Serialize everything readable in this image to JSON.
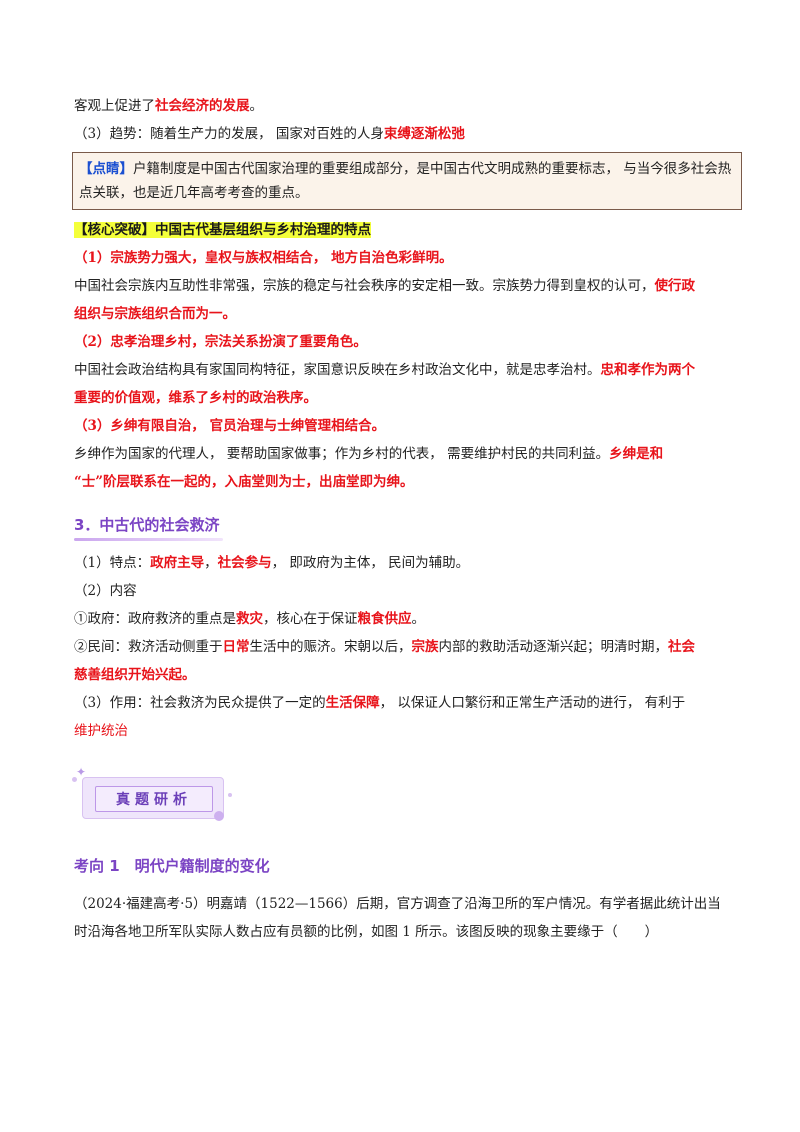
{
  "intro": {
    "l1_a": "客观上促进了",
    "l1_red": "社会经济的发展",
    "l1_b": "。",
    "l2_a": "（3）趋势：随着生产力的发展， 国家对百姓的人身",
    "l2_red": "束缚逐渐松弛"
  },
  "callout": {
    "tag": "【点睛】",
    "text": "户籍制度是中国古代国家治理的重要组成部分，是中国古代文明成熟的重要标志， 与当今很多社会热点关联，也是近几年高考考查的重点。"
  },
  "core": {
    "heading": "【核心突破】中国古代基层组织与乡村治理的特点",
    "p1_title": "（1）宗族势力强大，皇权与族权相结合， 地方自治色彩鲜明。",
    "p1_text_a": "中国社会宗族内互助性非常强，宗族的稳定与社会秩序的安定相一致。宗族势力得到皇权的认可，",
    "p1_text_red1": "使行政",
    "p1_text_red2": "组织与宗族组织合而为一。",
    "p2_title": "（2）忠孝治理乡村，宗法关系扮演了重要角色。",
    "p2_text_a": "中国社会政治结构具有家国同构特征，家国意识反映在乡村政治文化中，就是忠孝治村。",
    "p2_text_red1": "忠和孝作为两个",
    "p2_text_red2": "重要的价值观，维系了乡村的政治秩序。",
    "p3_title": "（3）乡绅有限自治， 官员治理与士绅管理相结合。",
    "p3_text_a": "乡绅作为国家的代理人， 要帮助国家做事；作为乡村的代表， 需要维护村民的共同利益。",
    "p3_text_red1": "乡绅是和",
    "p3_text_red2": "“士”阶层联系在一起的，入庙堂则为士，出庙堂即为绅。"
  },
  "section3": {
    "title": "3．中古代的社会救济",
    "t1_a": "（1）特点：",
    "t1_red1": "政府主导",
    "t1_b": "，",
    "t1_red2": "社会参与",
    "t1_c": "， 即政府为主体， 民间为辅助。",
    "t2": "（2）内容",
    "t3_a": "①政府：政府救济的重点是",
    "t3_red1": "救灾",
    "t3_b": "，核心在于保证",
    "t3_red2": "粮食供应",
    "t3_c": "。",
    "t4_a": "②民间：救济活动侧重于",
    "t4_red1": "日常",
    "t4_b": "生活中的赈济。宋朝以后，",
    "t4_red2": "宗族",
    "t4_c": "内部的救助活动逐渐兴起；明清时期，",
    "t4_red3": "社会",
    "t4_red4": "慈善组织开始兴起。",
    "t5_a": "（3）作用：社会救济为民众提供了一定的",
    "t5_red1": "生活保障",
    "t5_b": "， 以保证人口繁衍和正常生产活动的进行， 有利于",
    "t5_red2": "维护统治"
  },
  "badge": {
    "label": "真题研析"
  },
  "kaoxiang": {
    "title": "考向 1　明代户籍制度的变化",
    "q_l1": "（2024·福建高考·5）明嘉靖（1522—1566）后期，官方调查了沿海卫所的军户情况。有学者据此统计出当",
    "q_l2": "时沿海各地卫所军队实际人数占应有员额的比例，如图 1 所示。该图反映的现象主要缘于（　　）"
  }
}
